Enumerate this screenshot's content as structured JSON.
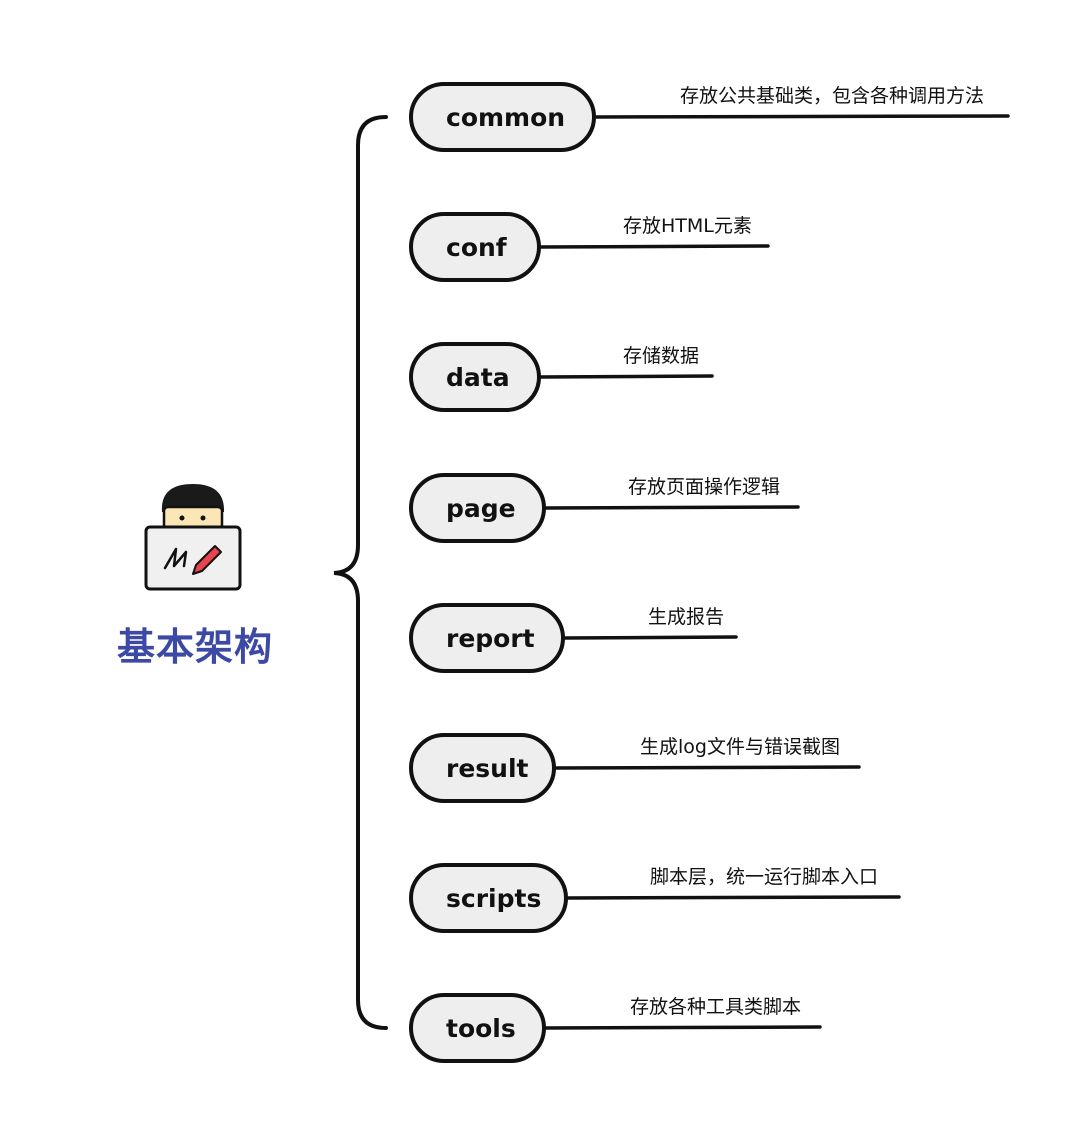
{
  "root": {
    "title": "基本架构",
    "title_color": "#3d4aa5",
    "icon": "person-with-laptop-icon"
  },
  "nodes": [
    {
      "label": "common",
      "description": "存放公共基础类，包含各种调用方法"
    },
    {
      "label": "conf",
      "description": "存放HTML元素"
    },
    {
      "label": "data",
      "description": "存储数据"
    },
    {
      "label": "page",
      "description": "存放页面操作逻辑"
    },
    {
      "label": "report",
      "description": "生成报告"
    },
    {
      "label": "result",
      "description": "生成log文件与错误截图"
    },
    {
      "label": "scripts",
      "description": "脚本层，统一运行脚本入口"
    },
    {
      "label": "tools",
      "description": "存放各种工具类脚本"
    }
  ],
  "colors": {
    "node_fill": "#eeeeee",
    "stroke": "#111111",
    "accent_pen": "#e8444f",
    "skin": "#fbe7b6"
  }
}
